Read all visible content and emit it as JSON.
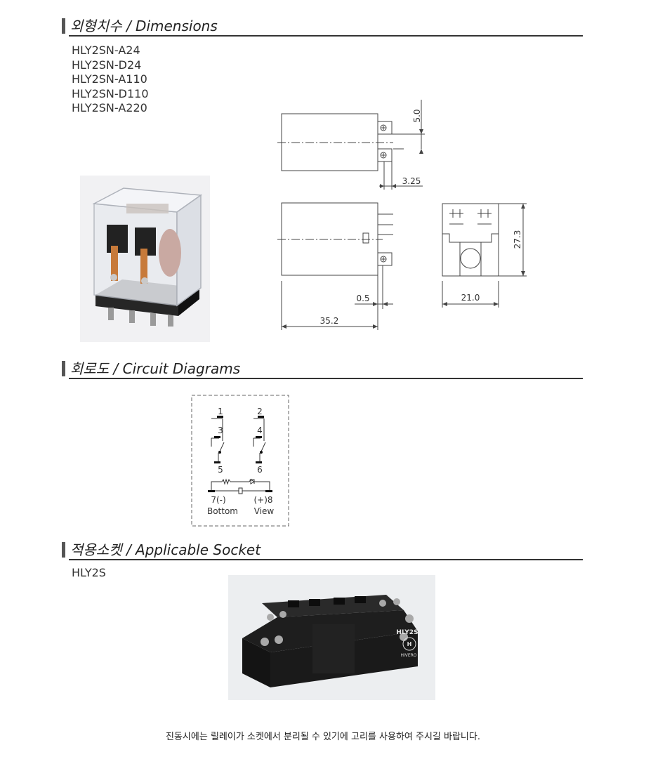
{
  "sections": {
    "dimensions": "외형치수 / Dimensions",
    "circuit": "회로도 / Circuit Diagrams",
    "socket": "적용소켓 / Applicable Socket"
  },
  "models": [
    "HLY2SN-A24",
    "HLY2SN-D24",
    "HLY2SN-A110",
    "HLY2SN-D110",
    "HLY2SN-A220"
  ],
  "dimensions": {
    "d_5_0": "5.0",
    "d_3_25": "3.25",
    "d_27_3": "27.3",
    "d_0_5": "0.5",
    "d_35_2": "35.2",
    "d_21_0": "21.0"
  },
  "circuit": {
    "pin1": "1",
    "pin2": "2",
    "pin3": "3",
    "pin4": "4",
    "pin5": "5",
    "pin6": "6",
    "pin7": "7(-)",
    "pin8": "(+)8",
    "bottom": "Bottom",
    "view": "View"
  },
  "socket": {
    "model": "HLY2S",
    "label": "HLY2S",
    "brand": "HIVERO"
  },
  "note": "진동시에는 릴레이가 소켓에서 분리될 수 있기에 고리를 사용하여 주시길 바랍니다."
}
